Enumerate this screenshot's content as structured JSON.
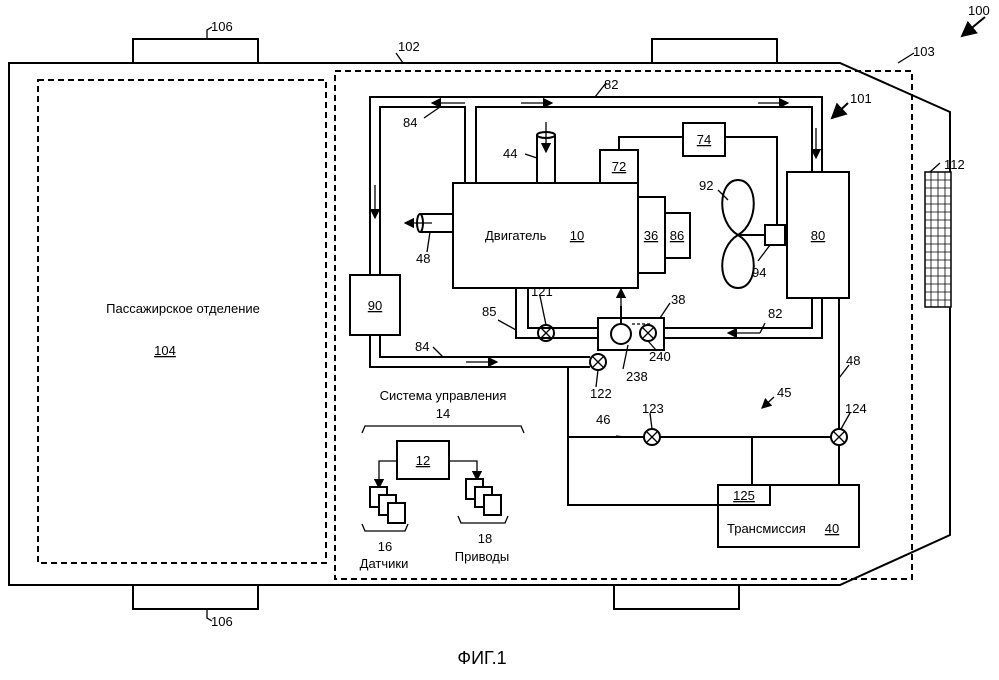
{
  "figure_caption": "ФИГ.1",
  "labels": {
    "passenger_compartment": "Пассажирское отделение",
    "engine": "Двигатель",
    "control_system": "Система управления",
    "transmission": "Трансмиссия",
    "sensors": "Датчики",
    "actuators": "Приводы"
  },
  "refs": {
    "r100": "100",
    "r101": "101",
    "r102": "102",
    "r103": "103",
    "r104": "104",
    "r106_top": "106",
    "r106_bottom": "106",
    "r112": "112",
    "r10": "10",
    "r12": "12",
    "r14": "14",
    "r16": "16",
    "r18": "18",
    "r36": "36",
    "r38": "38",
    "r40": "40",
    "r44": "44",
    "r45": "45",
    "r46": "46",
    "r48_engine": "48",
    "r48_line": "48",
    "r72": "72",
    "r74": "74",
    "r80": "80",
    "r82_top": "82",
    "r82_bottom": "82",
    "r84_top": "84",
    "r84_bottom": "84",
    "r85": "85",
    "r86": "86",
    "r90": "90",
    "r92": "92",
    "r94": "94",
    "r121": "121",
    "r122": "122",
    "r123": "123",
    "r124": "124",
    "r125": "125",
    "r238": "238",
    "r240": "240"
  }
}
